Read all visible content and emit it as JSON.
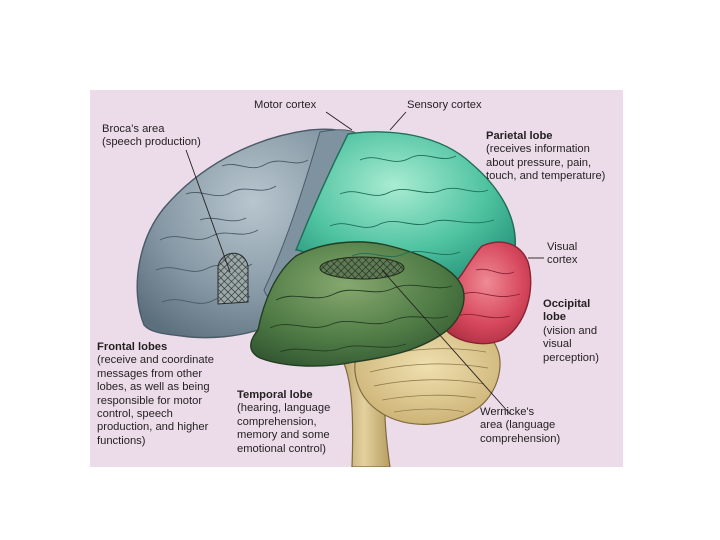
{
  "colors": {
    "background": "#ecdcea",
    "frontal": "#8fa2ae",
    "parietal": "#5cc8a8",
    "temporal": "#4f7a44",
    "occipital": "#d6475c",
    "cerebellum": "#d9c48c",
    "brainstem": "#d2c08a"
  },
  "labels": {
    "motor_cortex": "Motor cortex",
    "sensory_cortex": "Sensory cortex",
    "brocas_area": {
      "title": "Broca's area",
      "desc": "(speech production)"
    },
    "parietal_lobe": {
      "title": "Parietal lobe",
      "desc": "(receives information\nabout pressure, pain,\ntouch, and temperature)"
    },
    "visual_cortex": "Visual\ncortex",
    "occipital_lobe": {
      "title": "Occipital\nlobe",
      "desc": "(vision and\nvisual\nperception)"
    },
    "frontal_lobes": {
      "title": "Frontal lobes",
      "desc": "(receive and coordinate\nmessages from other\nlobes, as well as being\nresponsible for motor\ncontrol, speech\nproduction, and higher\nfunctions)"
    },
    "temporal_lobe": {
      "title": "Temporal lobe",
      "desc": "(hearing, language\ncomprehension,\nmemory and some\nemotional control)"
    },
    "wernickes_area": {
      "title": "Wernicke's\narea (language\ncomprehension)"
    }
  }
}
